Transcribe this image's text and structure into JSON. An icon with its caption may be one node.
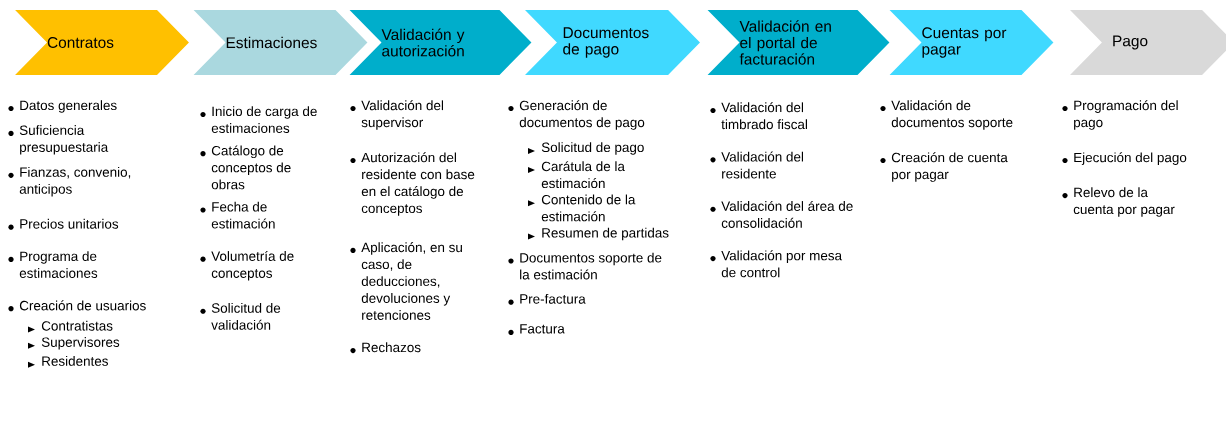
{
  "diagram": {
    "nodes": [
      {
        "text": [
          "Contratos"
        ],
        "beside": [
          "Datos generales",
          "Suficiencia presupuestaria",
          "Fianzas, convenio, anticipos",
          "Precios unitarios",
          "Programa de estimaciones",
          "Creación de usuarios",
          "Contratistas",
          "Supervisores",
          "Residentes"
        ]
      },
      {
        "text": [
          "Estimaciones"
        ],
        "beside": [
          "Inicio de carga de estimaciones",
          "Catálogo de conceptos de obras",
          "Fecha de estimación",
          "Volumetría de conceptos",
          "Solicitud de validación"
        ]
      },
      {
        "text": [
          "Validación y autorización"
        ],
        "beside": [
          "Validación del supervisor",
          "Autorización del residente con base en el catálogo de conceptos",
          "Aplicación, en su caso, de deducciones, devoluciones y retenciones",
          "Rechazos"
        ]
      },
      {
        "text": [
          "Documentos de pago"
        ],
        "beside": [
          "Generación de documentos de pago",
          "Solicitud de pago",
          "Carátula de la estimación",
          "Contenido de la estimación",
          "Resumen de partidas",
          "Documentos soporte de la estimación",
          "Pre-factura",
          "Factura"
        ]
      },
      {
        "text": [
          "Validación en el portal de facturación"
        ],
        "beside": [
          "Validación del timbrado fiscal",
          "Validación del residente",
          "Validación del área de consolidación",
          "Validación por mesa de control"
        ]
      },
      {
        "text": [
          "Cuentas por pagar"
        ],
        "beside": [
          "Validación de documentos soporte",
          "Creación de cuenta por pagar"
        ]
      },
      {
        "text": [
          "Pago"
        ],
        "beside": [
          "Programación del pago",
          "Ejecución del pago",
          "Relevo de la cuenta por pagar"
        ]
      }
    ]
  }
}
